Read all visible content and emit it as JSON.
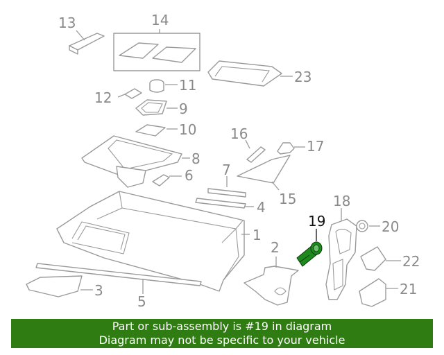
{
  "diagram": {
    "callouts": [
      "13",
      "14",
      "23",
      "11",
      "12",
      "9",
      "10",
      "16",
      "17",
      "8",
      "6",
      "7",
      "15",
      "4",
      "18",
      "19",
      "20",
      "1",
      "2",
      "22",
      "3",
      "5",
      "21"
    ],
    "highlighted_part": "19",
    "highlight_color": "#1e8a1e"
  },
  "banner": {
    "line1": "Part or sub-assembly is #19 in diagram",
    "line2": "Diagram may not be specific to your vehicle",
    "background": "#2f7d12"
  }
}
